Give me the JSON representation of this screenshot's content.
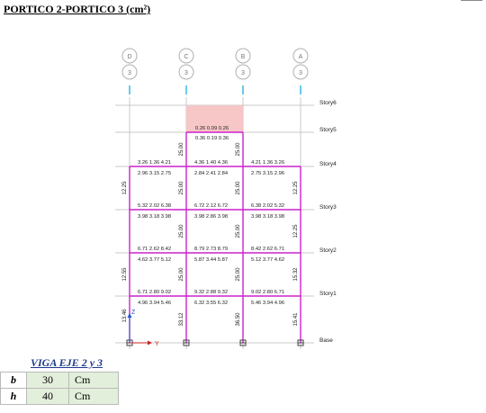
{
  "title": "PORTICO 2-PORTICO 3 (cm²)",
  "grid": {
    "labels": [
      "D",
      "C",
      "B",
      "A"
    ],
    "sub_label": "3"
  },
  "stories": [
    "Story6",
    "Story5",
    "Story4",
    "Story3",
    "Story2",
    "Story1",
    "Base"
  ],
  "axes": {
    "z": "Z",
    "y": "Y"
  },
  "column_values": [
    [
      "12.25",
      "12.55",
      "13.46"
    ],
    [
      "25.00",
      "25.00",
      "25.00",
      "25.00",
      "33.12"
    ],
    [
      "25.00",
      "25.00",
      "25.00",
      "25.00",
      "36.50"
    ],
    [
      "12.25",
      "12.25",
      "15.32",
      "15.41"
    ]
  ],
  "beam_values": {
    "story5": [
      "0.26 0.09 0.26",
      "0.36 0.19 0.36"
    ],
    "story4": [
      [
        "3.26 1.36 4.21",
        "2.96 3.15 2.75"
      ],
      [
        "4.36 1.40 4.36",
        "2.84 2.41 2.84"
      ],
      [
        "4.21 1.36 3.26",
        "2.75 3.15 2.96"
      ]
    ],
    "story3": [
      [
        "5.32 2.02 6.38",
        "3.98 3.18 3.98"
      ],
      [
        "6.72 2.12 6.72",
        "3.98 2.86 3.98"
      ],
      [
        "6.38 2.02 5.32",
        "3.98 3.18 3.98"
      ]
    ],
    "story2": [
      [
        "6.71 2.62 8.42",
        "4.62 3.77 5.12"
      ],
      [
        "8.79 2.73 8.79",
        "5.87 3.44 5.87"
      ],
      [
        "8.42 2.62 6.71",
        "5.12 3.77 4.62"
      ]
    ],
    "story1": [
      [
        "6.71 2.80 9.02",
        "4.96 3.94 5.46"
      ],
      [
        "9.32 2.88 9.32",
        "6.32 3.55 6.32"
      ],
      [
        "9.02 2.80 6.71",
        "5.46 3.94 4.96"
      ]
    ]
  },
  "colors": {
    "frame": "#cc22cc",
    "grid": "#c8c8c8",
    "bubble": "#b0b0b0",
    "highlight": "#f7c6c6",
    "axis_marker": "#00aadd",
    "base_mark": "#404040",
    "axis_arrow": "#cc2222"
  },
  "beam_section": {
    "caption": "VIGA EJE 2 y 3",
    "rows": [
      {
        "label": "b",
        "value": "30",
        "unit": "Cm"
      },
      {
        "label": "h",
        "value": "40",
        "unit": "Cm"
      }
    ]
  }
}
